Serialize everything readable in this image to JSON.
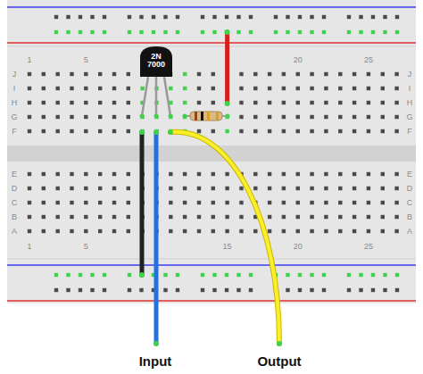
{
  "diagram": {
    "nodes": [
      {
        "text": [
          "2N 7000"
        ]
      }
    ],
    "labels": [
      "1",
      "5",
      "20",
      "25",
      "J",
      "I",
      "H",
      "G",
      "F",
      "J",
      "I",
      "H",
      "G",
      "F",
      "E",
      "D",
      "C",
      "B",
      "A",
      "E",
      "D",
      "C",
      "B",
      "A",
      "1",
      "5",
      "15",
      "20",
      "25",
      "Input",
      "Output"
    ]
  }
}
